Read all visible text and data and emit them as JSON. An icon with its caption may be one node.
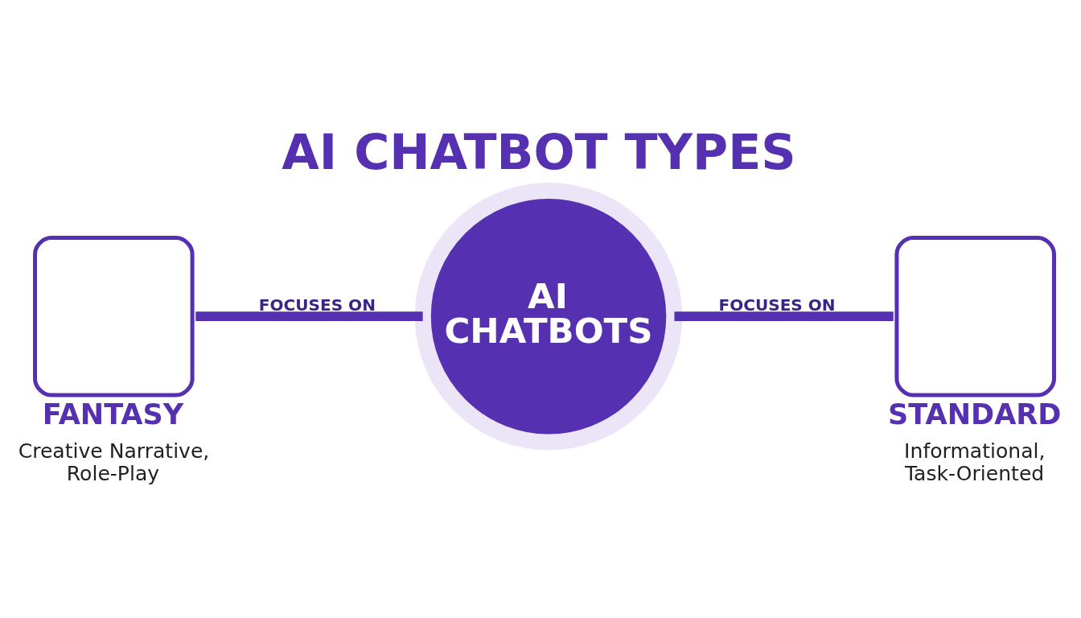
{
  "diagram": {
    "title": "AI CHATBOT TYPES",
    "nodes": [
      {
        "text": [
          "FANTASY",
          "Creative Narrative, Role-Play"
        ]
      },
      {
        "text": [
          "AI CHATBOTS"
        ]
      },
      {
        "text": [
          "STANDARD",
          "Informational, Task-Oriented"
        ]
      }
    ],
    "edges": [
      {
        "from": 0,
        "to": 1,
        "arrow": "none",
        "label": "FOCUSES ON"
      },
      {
        "from": 1,
        "to": 2,
        "arrow": "none",
        "label": "FOCUSES ON"
      }
    ]
  }
}
